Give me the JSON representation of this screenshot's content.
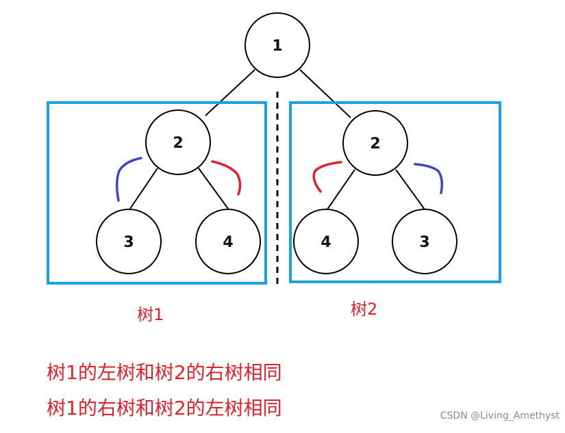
{
  "tree": {
    "root": "1",
    "tree1": {
      "root": "2",
      "left": "3",
      "right": "4"
    },
    "tree2": {
      "root": "2",
      "left": "4",
      "right": "3"
    }
  },
  "captions": {
    "tree1": "树1",
    "tree2": "树2"
  },
  "statements": [
    "树1的左树和树2的右树相同",
    "树1的右树和树2的左树相同"
  ],
  "watermark": "CSDN @Living_Amethyst",
  "colors": {
    "box": "#1ba1e2",
    "blue_arc": "#3c46c8",
    "red_arc": "#e0202c",
    "text_red": "#e0202c"
  }
}
